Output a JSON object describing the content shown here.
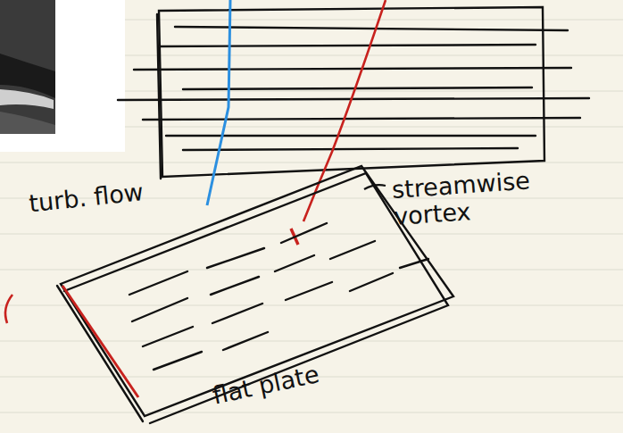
{
  "diagram": {
    "labels": [
      "turb. flow",
      "streamwise vortex",
      "flat plate"
    ]
  }
}
